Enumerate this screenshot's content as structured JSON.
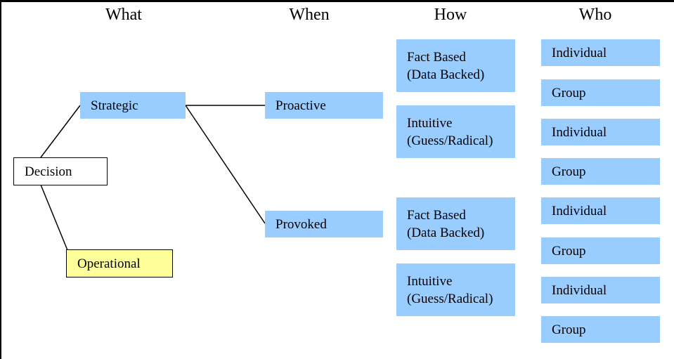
{
  "headers": {
    "what": "What",
    "when": "When",
    "how": "How",
    "who": "Who"
  },
  "what": {
    "decision": "Decision",
    "strategic": "Strategic",
    "operational": "Operational"
  },
  "when": {
    "proactive": "Proactive",
    "provoked": "Provoked"
  },
  "how": [
    {
      "line1": "Fact Based",
      "line2": "(Data Backed)"
    },
    {
      "line1": "Intuitive",
      "line2": "(Guess/Radical)"
    },
    {
      "line1": "Fact Based",
      "line2": "(Data Backed)"
    },
    {
      "line1": "Intuitive",
      "line2": "(Guess/Radical)"
    }
  ],
  "who": [
    "Individual",
    "Group",
    "Individual",
    "Group",
    "Individual",
    "Group",
    "Individual",
    "Group"
  ],
  "colors": {
    "box_blue": "#99ccff",
    "box_yellow": "#ffff99",
    "box_white": "#ffffff",
    "line": "#000000"
  }
}
